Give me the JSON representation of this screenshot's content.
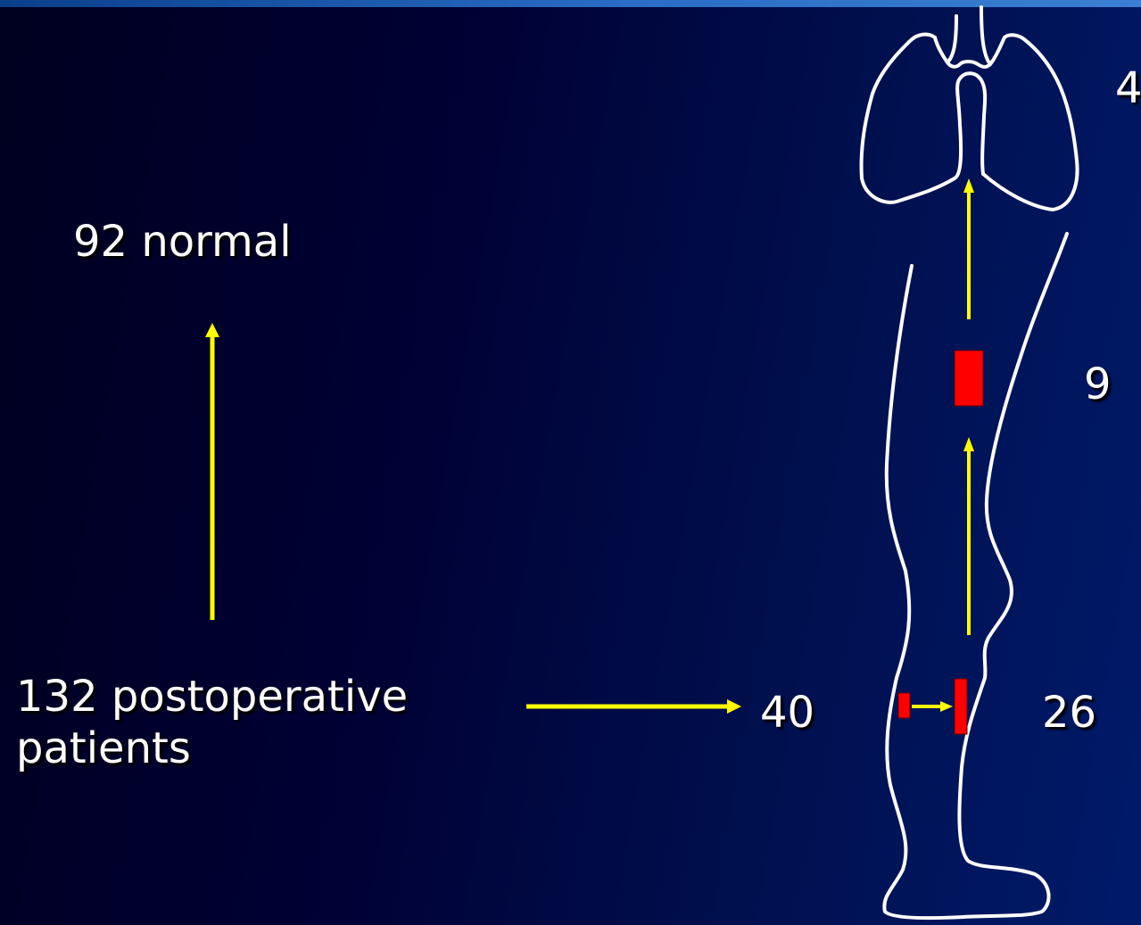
{
  "labels": {
    "normal": "92 normal",
    "postoperative_line1": "132 postoperative",
    "postoperative_line2": "patients",
    "calf": "40",
    "proximal_calf": "26",
    "thigh": "9",
    "lungs": "4"
  },
  "colors": {
    "background": "#000033",
    "arrow": "#ffff00",
    "clot": "#ff0000",
    "outline": "#ffffff",
    "text": "#ffffff"
  }
}
